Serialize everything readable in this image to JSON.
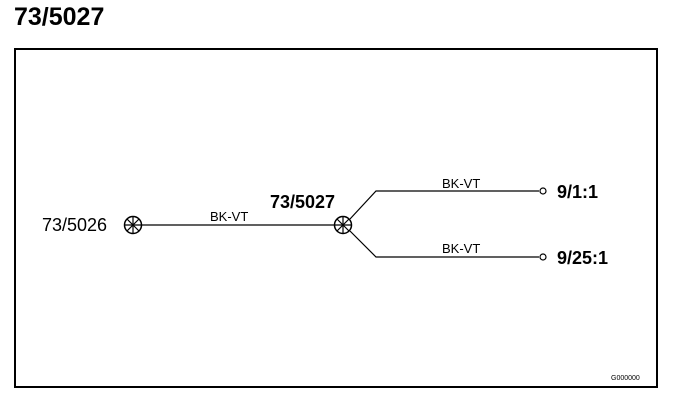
{
  "page": {
    "title": "73/5027"
  },
  "diagram": {
    "left_connector": {
      "label": "73/5026"
    },
    "splice": {
      "label": "73/5027"
    },
    "wires": [
      {
        "label": "BK-VT"
      },
      {
        "label": "BK-VT"
      },
      {
        "label": "BK-VT"
      }
    ],
    "terminals": [
      {
        "label": "9/1:1"
      },
      {
        "label": "9/25:1"
      }
    ],
    "footer_code": "G000000"
  }
}
